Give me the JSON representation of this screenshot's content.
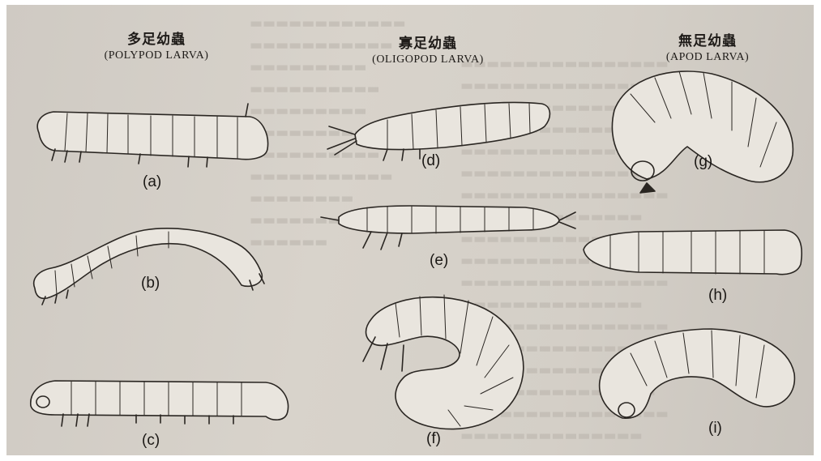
{
  "columns": [
    {
      "title_zh": "多足幼蟲",
      "title_en": "(POLYPOD LARVA)"
    },
    {
      "title_zh": "寡足幼蟲",
      "title_en": "(OLIGOPOD LARVA)"
    },
    {
      "title_zh": "無足幼蟲",
      "title_en": "(APOD LARVA)"
    }
  ],
  "labels": {
    "a": "(a)",
    "b": "(b)",
    "c": "(c)",
    "d": "(d)",
    "e": "(e)",
    "f": "(f)",
    "g": "(g)",
    "h": "(h)",
    "i": "(i)"
  },
  "colors": {
    "paper": "#d4cfc7",
    "ink": "#2a2622",
    "bleed_through": "#b9b3ab"
  }
}
